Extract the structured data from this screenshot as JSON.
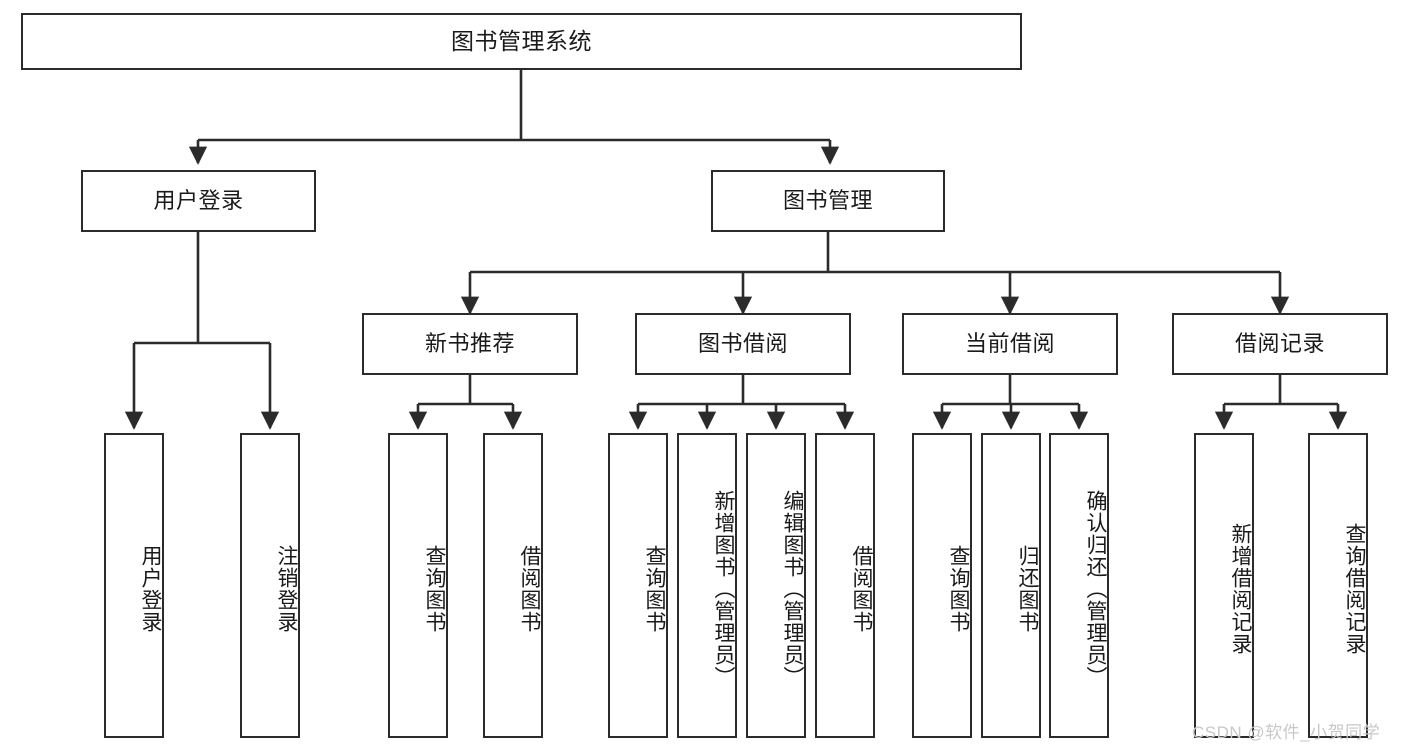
{
  "diagram": {
    "type": "tree-hierarchy",
    "title": "图书管理系统",
    "watermark": "CSDN @软件_小贺同学",
    "colors": {
      "box_border": "#2b2b2b",
      "box_fill": "#ffffff",
      "connector": "#2b2b2b",
      "text": "#1a1a1a",
      "watermark": "#c8c8c8"
    },
    "nodes": {
      "root": {
        "label": "图书管理系统"
      },
      "level2": [
        {
          "label": "用户登录"
        },
        {
          "label": "图书管理"
        }
      ],
      "level3": [
        {
          "label": "新书推荐"
        },
        {
          "label": "图书借阅"
        },
        {
          "label": "当前借阅"
        },
        {
          "label": "借阅记录"
        }
      ],
      "leaves": {
        "user_login": [
          {
            "label": "用户登录"
          },
          {
            "label": "注销登录"
          }
        ],
        "new_book_recommend": [
          {
            "label": "查询图书"
          },
          {
            "label": "借阅图书"
          }
        ],
        "book_borrow": [
          {
            "label": "查询图书"
          },
          {
            "label": "新增图书（管理员）"
          },
          {
            "label": "编辑图书（管理员）"
          },
          {
            "label": "借阅图书"
          }
        ],
        "current_borrow": [
          {
            "label": "查询图书"
          },
          {
            "label": "归还图书"
          },
          {
            "label": "确认归还（管理员）"
          }
        ],
        "borrow_record": [
          {
            "label": "新增借阅记录"
          },
          {
            "label": "查询借阅记录"
          }
        ]
      }
    }
  }
}
